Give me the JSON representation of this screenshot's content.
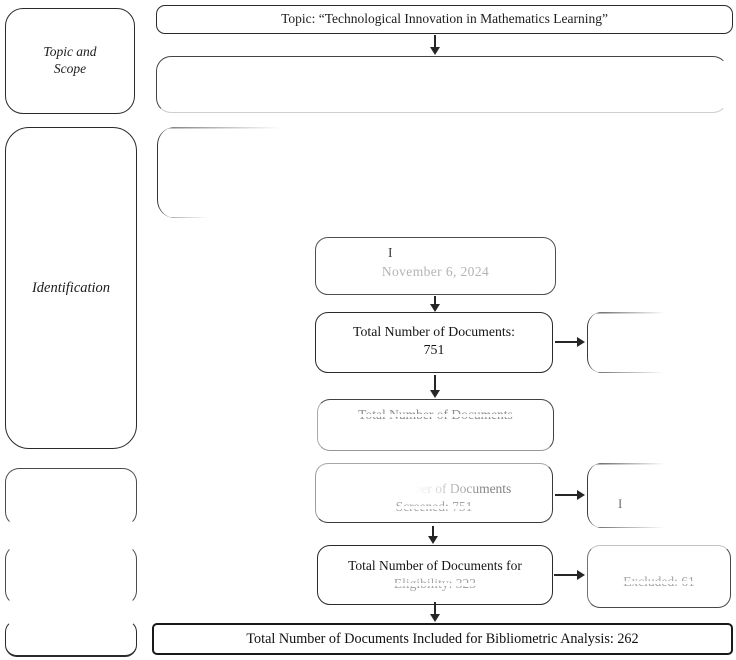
{
  "ink_color": "#1c1c1c",
  "washed_text_color": "#a0a0a0",
  "left_rail": {
    "topic_scope": {
      "line1": "Topic and",
      "line2": "Scope"
    },
    "identification": "Identification"
  },
  "flow": {
    "topic_box": "Topic: “Technological Innovation in Mathematics Learning”",
    "extraction_box": {
      "line1": "I",
      "line2": "November 6, 2024"
    },
    "total_docs_box": {
      "line1": "Total Number of Documents:",
      "line2": "751"
    },
    "washed_docs_box": {
      "line1": "Total Number of Documents"
    },
    "screened_box": {
      "line1": "Total Number of Documents",
      "line2": "Screened: 751"
    },
    "excluded_mid_box": {
      "line1": "I"
    },
    "eligibility_box": {
      "line1": "Total Number of Documents for",
      "line2": "Eligibility: 323"
    },
    "excluded_bottom_box": {
      "line1": "Excluded: 61"
    },
    "included_bar": "Total Number of Documents Included for Bibliometric Analysis: 262"
  }
}
